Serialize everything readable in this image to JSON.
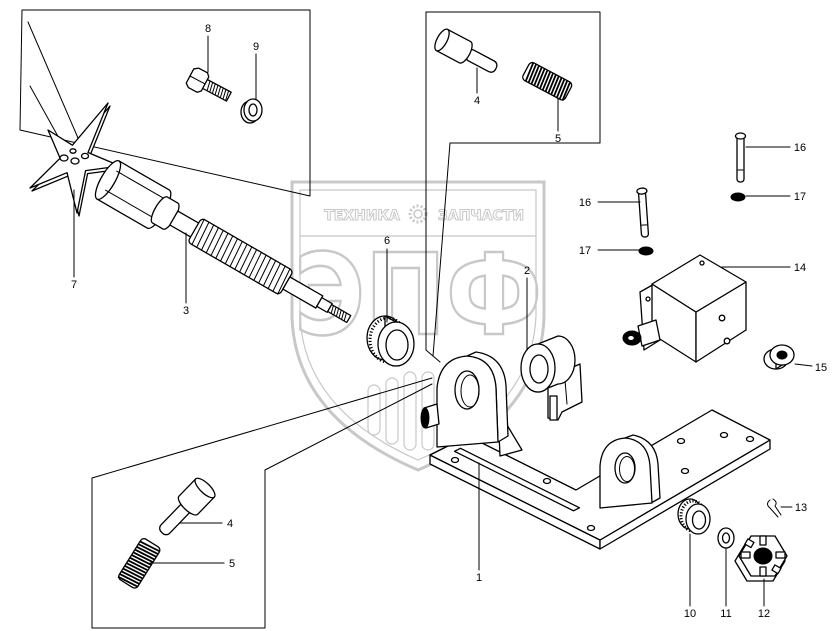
{
  "watermark": {
    "top_left": "ТЕХНИКА",
    "top_right": "ЗАПЧАСТИ",
    "logo": "ЭПФ",
    "icon": "gear-icon"
  },
  "callouts": {
    "bolt_top": "8",
    "washer_top": "9",
    "pin_inset_top": "4",
    "spring_inset_top": "5",
    "bolt_right": "16",
    "washer_right": "17",
    "bolt_left": "16",
    "washer_left": "17",
    "bushing": "6",
    "bracket": "2",
    "star_knob": "7",
    "screw_shaft": "3",
    "switch": "14",
    "cap": "15",
    "base": "1",
    "pin_inset_bottom": "4",
    "spring_inset_bottom": "5",
    "cotter_pin": "13",
    "bushing_small": "10",
    "washer_small": "11",
    "castle_nut": "12"
  },
  "colors": {
    "line": "#000000",
    "watermark": "#c8c8c8"
  }
}
